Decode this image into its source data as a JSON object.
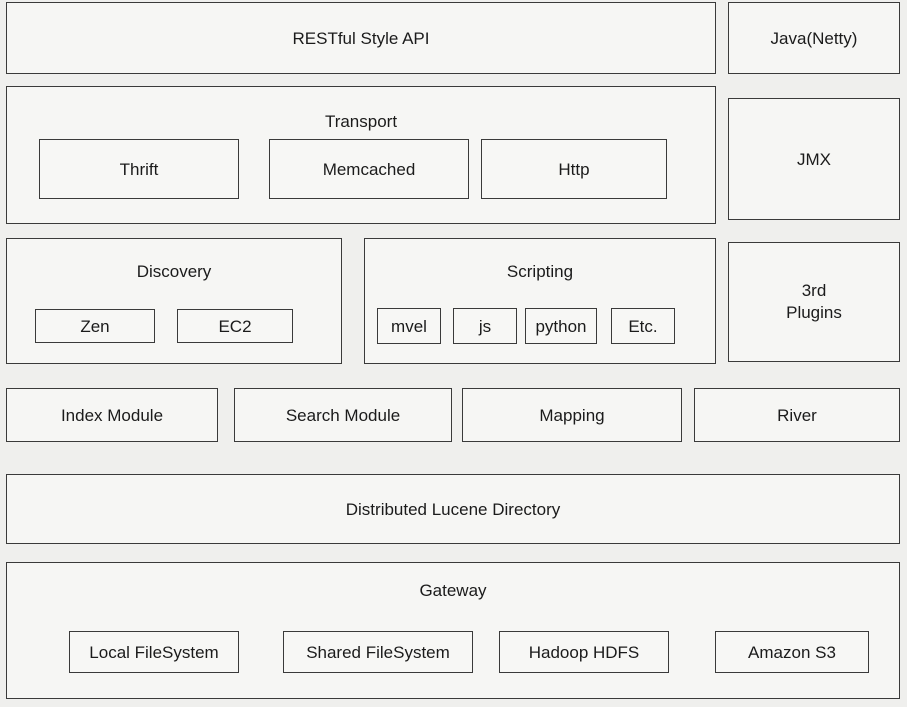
{
  "restful_api": "RESTful Style API",
  "java_netty": "Java(Netty)",
  "transport": {
    "title": "Transport",
    "items": [
      "Thrift",
      "Memcached",
      "Http"
    ]
  },
  "jmx": "JMX",
  "discovery": {
    "title": "Discovery",
    "items": [
      "Zen",
      "EC2"
    ]
  },
  "scripting": {
    "title": "Scripting",
    "items": [
      "mvel",
      "js",
      "python",
      "Etc."
    ]
  },
  "plugins": "3rd\nPlugins",
  "modules": [
    "Index Module",
    "Search Module",
    "Mapping",
    "River"
  ],
  "lucene": "Distributed Lucene Directory",
  "gateway": {
    "title": "Gateway",
    "items": [
      "Local FileSystem",
      "Shared FileSystem",
      "Hadoop HDFS",
      "Amazon S3"
    ]
  }
}
